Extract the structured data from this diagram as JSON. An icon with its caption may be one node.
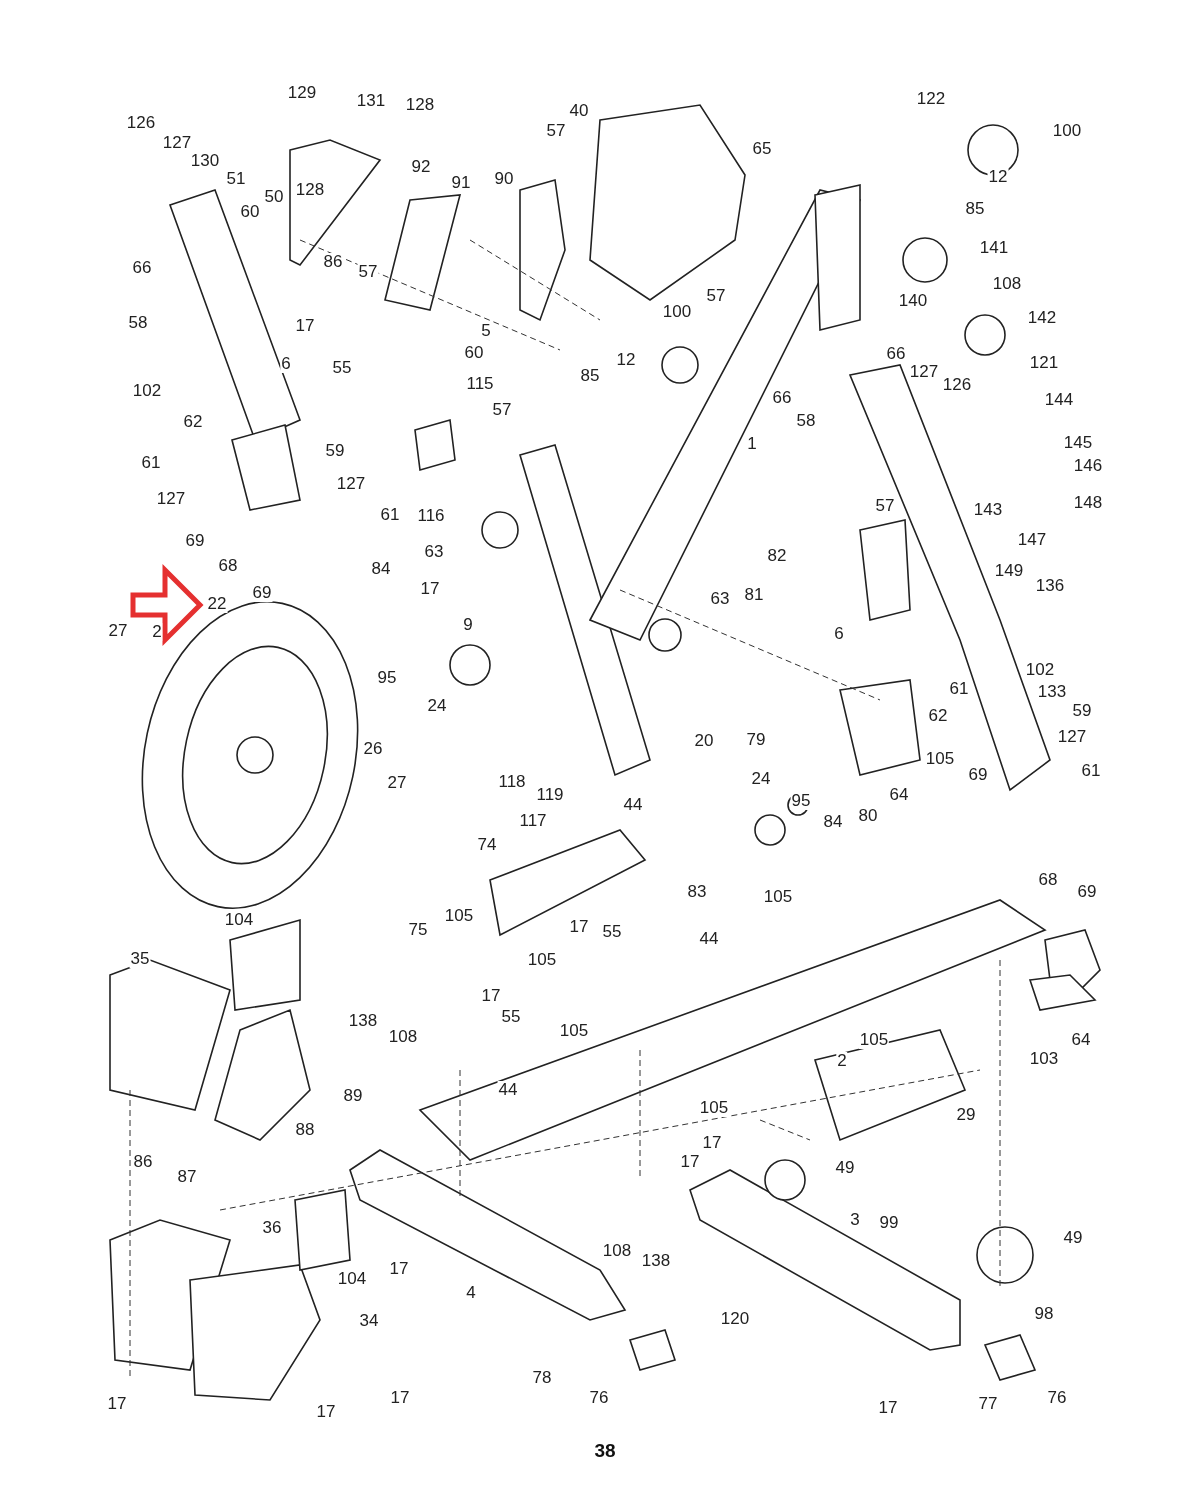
{
  "diagram": {
    "caption": "38",
    "labels": [
      "129",
      "131",
      "128",
      "40",
      "122",
      "126",
      "100",
      "127",
      "57",
      "130",
      "92",
      "65",
      "51",
      "50",
      "128",
      "91",
      "90",
      "12",
      "60",
      "85",
      "86",
      "57",
      "141",
      "66",
      "57",
      "140",
      "108",
      "5",
      "58",
      "100",
      "142",
      "17",
      "60",
      "66",
      "6",
      "55",
      "12",
      "85",
      "127",
      "126",
      "121",
      "102",
      "115",
      "66",
      "144",
      "62",
      "57",
      "58",
      "1",
      "59",
      "145",
      "61",
      "146",
      "127",
      "127",
      "57",
      "143",
      "148",
      "61",
      "116",
      "69",
      "147",
      "63",
      "82",
      "68",
      "84",
      "149",
      "22",
      "69",
      "17",
      "63",
      "81",
      "136",
      "27",
      "2",
      "9",
      "6",
      "95",
      "61",
      "102",
      "133",
      "24",
      "59",
      "62",
      "20",
      "79",
      "127",
      "26",
      "105",
      "118",
      "119",
      "27",
      "24",
      "69",
      "61",
      "44",
      "95",
      "64",
      "84",
      "80",
      "117",
      "74",
      "68",
      "83",
      "69",
      "105",
      "104",
      "105",
      "75",
      "17",
      "55",
      "44",
      "35",
      "105",
      "17",
      "55",
      "105",
      "64",
      "103",
      "138",
      "108",
      "105",
      "2",
      "89",
      "44",
      "105",
      "29",
      "88",
      "17",
      "86",
      "17",
      "87",
      "49",
      "3",
      "99",
      "36",
      "49",
      "108",
      "138",
      "17",
      "104",
      "4",
      "98",
      "34",
      "120",
      "78",
      "17",
      "17",
      "17",
      "76",
      "17",
      "77",
      "76"
    ]
  }
}
